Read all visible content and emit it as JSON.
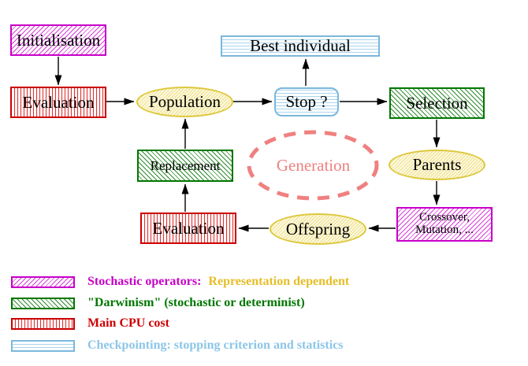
{
  "diagram": {
    "nodes": {
      "initialisation": "Initialisation",
      "evaluation_top": "Evaluation",
      "population": "Population",
      "best_individual": "Best individual",
      "stop": "Stop ?",
      "selection": "Selection",
      "replacement": "Replacement",
      "parents": "Parents",
      "crossover_line1": "Crossover,",
      "crossover_line2": "Mutation, ...",
      "offspring": "Offspring",
      "evaluation_bottom": "Evaluation",
      "generation": "Generation"
    }
  },
  "legend": {
    "row1": {
      "label": "Stochastic operators:",
      "suffix": "Representation dependent"
    },
    "row2": {
      "label": "\"Darwinism\" (stochastic or determinist)"
    },
    "row3": {
      "label": "Main CPU cost"
    },
    "row4": {
      "label": "Checkpointing: stopping criterion and statistics"
    }
  },
  "colors": {
    "magenta": "#c800c8",
    "green": "#007700",
    "red": "#cc0000",
    "cyan_border": "#7ab8dc",
    "yellow_border": "#ddc83c",
    "salmon": "#f08080",
    "gold_text": "#e6be28",
    "blue_text": "#8cc6e8",
    "arrow": "#000000"
  }
}
